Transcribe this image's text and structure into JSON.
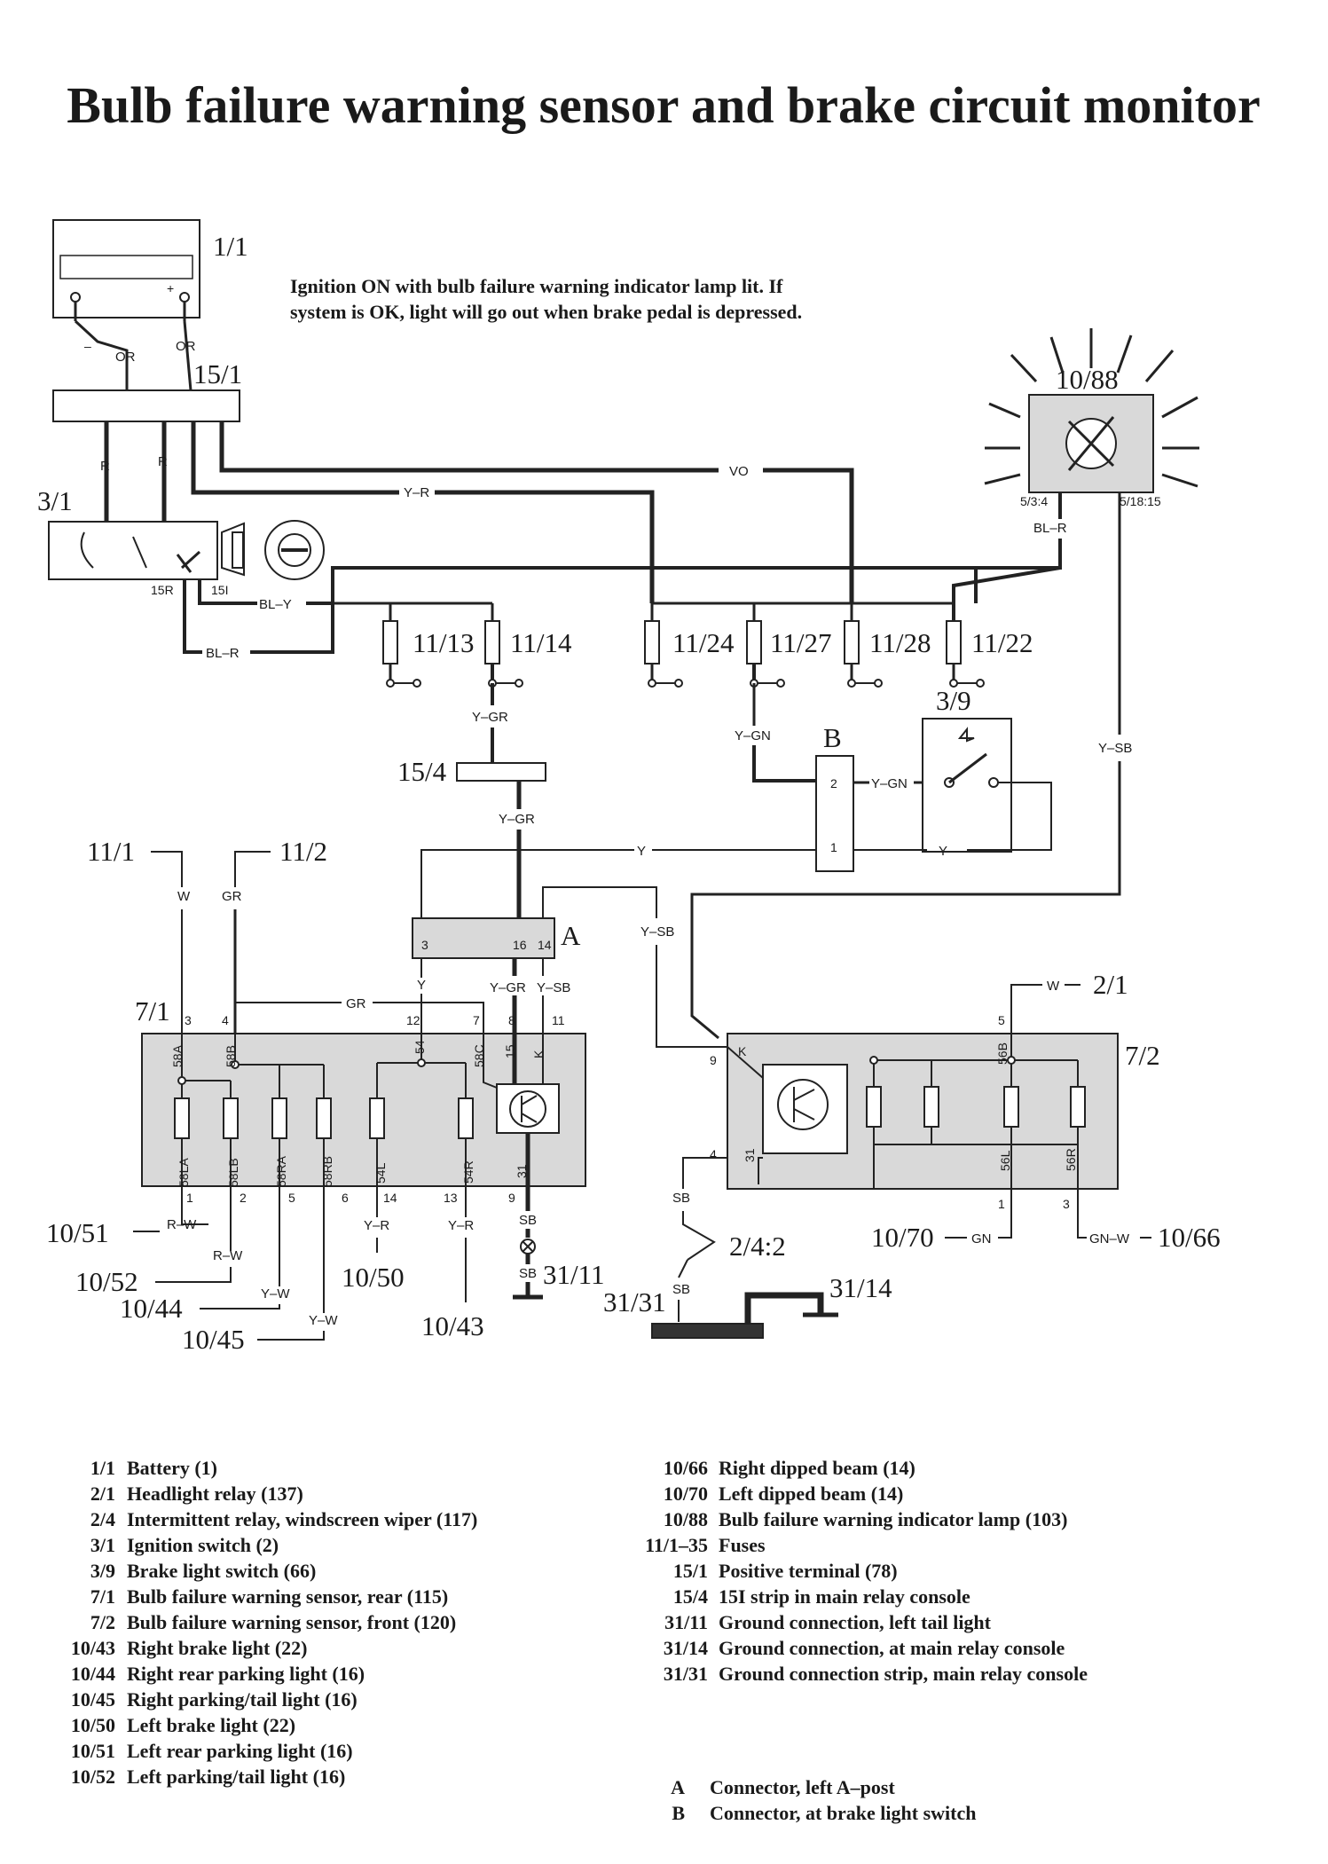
{
  "title": "Bulb failure warning sensor and brake circuit monitor",
  "note": {
    "line1": "Ignition ON with bulb failure warning indicator lamp lit. If",
    "line2": "system is OK, light will go out when brake pedal is depressed."
  },
  "components": {
    "battery": "1/1",
    "positive_terminal": "15/1",
    "ignition_switch": "3/1",
    "ign_15r": "15R",
    "ign_15i": "15I",
    "lamp": "10/88",
    "lamp_pin_left": "5/3:4",
    "lamp_pin_right": "5/18:15",
    "fuses": [
      "11/13",
      "11/14",
      "11/24",
      "11/27",
      "11/28",
      "11/22"
    ],
    "strip_15i": "15/4",
    "connector_b": "B",
    "brake_switch": "3/9",
    "connector_a": "A",
    "fuse_11_1": "11/1",
    "fuse_11_2": "11/2",
    "sensor_rear": "7/1",
    "sensor_front": "7/2",
    "headlight_relay": "2/1",
    "intermittent_relay": "2/4:2",
    "ground_31_11": "31/11",
    "ground_31_31": "31/31",
    "ground_31_14": "31/14",
    "left_rear_parking": "10/51",
    "left_parking_tail": "10/52",
    "right_rear_parking": "10/44",
    "right_parking_tail": "10/45",
    "left_brake": "10/50",
    "right_brake": "10/43",
    "left_dipped": "10/70",
    "right_dipped": "10/66"
  },
  "wires": {
    "or": "OR",
    "r": "R",
    "vo": "VO",
    "y_r": "Y–R",
    "bl_y": "BL–Y",
    "bl_r": "BL–R",
    "y_gr": "Y–GR",
    "y_gn": "Y–GN",
    "y_sb": "Y–SB",
    "y": "Y",
    "w": "W",
    "gr": "GR",
    "r_w": "R–W",
    "y_w": "Y–W",
    "sb": "SB",
    "gn": "GN",
    "gn_w": "GN–W",
    "k": "K"
  },
  "pins": {
    "b2": "2",
    "b1": "1",
    "a3": "3",
    "a16": "16",
    "a14": "14",
    "s1_top": [
      "3",
      "4",
      "12",
      "7",
      "8",
      "11"
    ],
    "s1_inner_top": [
      "58A",
      "58B",
      "54",
      "58C",
      "15",
      "K"
    ],
    "s1_inner_bottom": [
      "58LA",
      "58LB",
      "58RA",
      "58RB",
      "54L",
      "54R",
      "31"
    ],
    "s1_bottom": [
      "1",
      "2",
      "5",
      "6",
      "14",
      "13",
      "9"
    ],
    "s2_top_left": [
      "9",
      "K"
    ],
    "s2_top_right": [
      "5",
      "56B"
    ],
    "s2_bottom_left": [
      "4",
      "31"
    ],
    "s2_bottom_right": [
      "56L",
      "56R",
      "1",
      "3"
    ]
  },
  "legend_left": [
    {
      "code": "1/1",
      "desc": "Battery (1)"
    },
    {
      "code": "2/1",
      "desc": "Headlight relay (137)"
    },
    {
      "code": "2/4",
      "desc": "Intermittent relay, windscreen wiper (117)"
    },
    {
      "code": "3/1",
      "desc": "Ignition switch (2)"
    },
    {
      "code": "3/9",
      "desc": "Brake light switch (66)"
    },
    {
      "code": "7/1",
      "desc": "Bulb failure warning sensor, rear (115)"
    },
    {
      "code": "7/2",
      "desc": "Bulb failure warning sensor, front (120)"
    },
    {
      "code": "10/43",
      "desc": "Right brake light (22)"
    },
    {
      "code": "10/44",
      "desc": "Right rear parking light (16)"
    },
    {
      "code": "10/45",
      "desc": "Right parking/tail light (16)"
    },
    {
      "code": "10/50",
      "desc": "Left brake light (22)"
    },
    {
      "code": "10/51",
      "desc": "Left rear parking light (16)"
    },
    {
      "code": "10/52",
      "desc": "Left parking/tail light (16)"
    }
  ],
  "legend_right": [
    {
      "code": "10/66",
      "desc": "Right dipped beam (14)"
    },
    {
      "code": "10/70",
      "desc": "Left dipped beam (14)"
    },
    {
      "code": "10/88",
      "desc": "Bulb failure warning indicator lamp (103)"
    },
    {
      "code": "11/1–35",
      "desc": "Fuses"
    },
    {
      "code": "15/1",
      "desc": "Positive terminal (78)"
    },
    {
      "code": "15/4",
      "desc": "15I strip in main relay console"
    },
    {
      "code": "31/11",
      "desc": "Ground connection, left tail light"
    },
    {
      "code": "31/14",
      "desc": "Ground connection, at main relay console"
    },
    {
      "code": "31/31",
      "desc": "Ground connection strip, main relay console"
    }
  ],
  "legend_connectors": [
    {
      "code": "A",
      "desc": "Connector, left A–post"
    },
    {
      "code": "B",
      "desc": "Connector, at brake light switch"
    }
  ]
}
